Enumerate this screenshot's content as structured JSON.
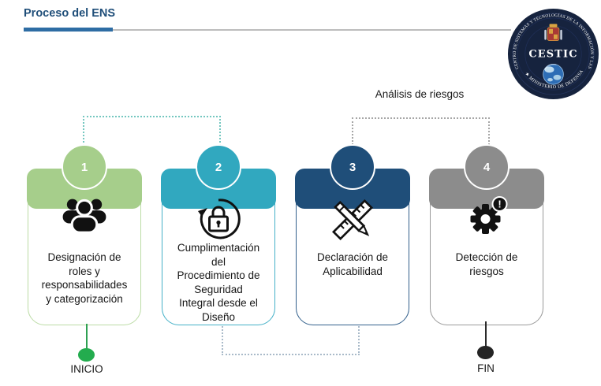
{
  "header": {
    "title": "Proceso del ENS"
  },
  "logo": {
    "ring_text_top": "CENTRO DE SISTEMAS Y TECNOLOGÍAS DE LA INFORMACIÓN Y LAS COMUNICACIONES",
    "ring_text_bottom": "★ MINISTERIO DE DEFENSA ★",
    "center_text": "CESTIC"
  },
  "annotation": {
    "analisis_label": "Análisis de riesgos"
  },
  "steps": [
    {
      "number": "1",
      "title": "Designación de\nroles y\nresponsabilidades\ny categorización",
      "icon": "users-icon",
      "accent_color": "#A6CE8B",
      "border_color": "#BCDCA6"
    },
    {
      "number": "2",
      "title": "Cumplimentación\ndel\nProcedimiento de\nSeguridad\nIntegral desde el\nDiseño",
      "icon": "lock-cycle-icon",
      "accent_color": "#31A8BF",
      "border_color": "#45B1C8"
    },
    {
      "number": "3",
      "title": "Declaración de\nAplicabilidad",
      "icon": "ruler-pencil-icon",
      "accent_color": "#1F4E79",
      "border_color": "#33608C"
    },
    {
      "number": "4",
      "title": "Detección de\nriesgos",
      "icon": "gear-warning-icon",
      "accent_color": "#8C8C8C",
      "border_color": "#9A9A9A"
    }
  ],
  "flow": {
    "start_label": "INICIO",
    "end_label": "FIN"
  },
  "icons": {
    "gear_badge": "!"
  },
  "palette": {
    "title_blue": "#1F4E79",
    "underline_blue": "#2E6DA4",
    "line_gray": "#BDBDBD",
    "connector_teal": "#74C7C0",
    "connector_gray": "#A6A6A6",
    "connector_bottom": "#A9BAC9",
    "inicio_green": "#23AC4E",
    "fin_black": "#242424",
    "logo_navy": "#16233E"
  }
}
